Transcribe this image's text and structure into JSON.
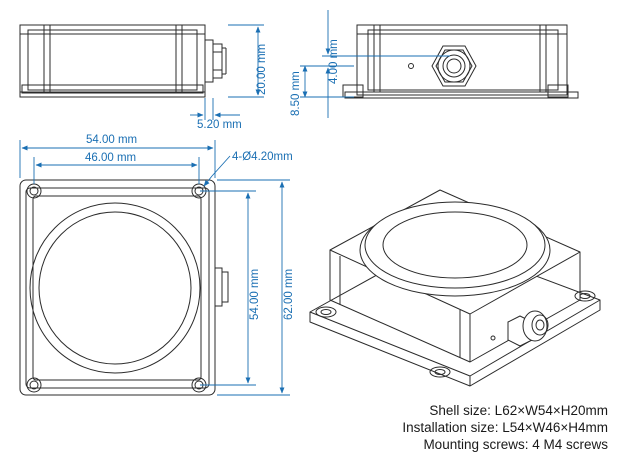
{
  "dimensions": {
    "side_height": "20.00 mm",
    "connector_offset": "5.20 mm",
    "rear_height": "8.50 mm",
    "rear_connector_height": "4.00 mm",
    "outer_width": "54.00 mm",
    "inner_width": "46.00 mm",
    "holes": "4-Ø4.20mm",
    "inner_length": "54.00 mm",
    "outer_length": "62.00 mm"
  },
  "specs": {
    "shell": "Shell size: L62×W54×H20mm",
    "installation": "Installation size: L54×W46×H4mm",
    "screws": "Mounting screws: 4 M4 screws"
  },
  "colors": {
    "line": "#2b2b2b",
    "dimension": "#1a6fb3"
  }
}
